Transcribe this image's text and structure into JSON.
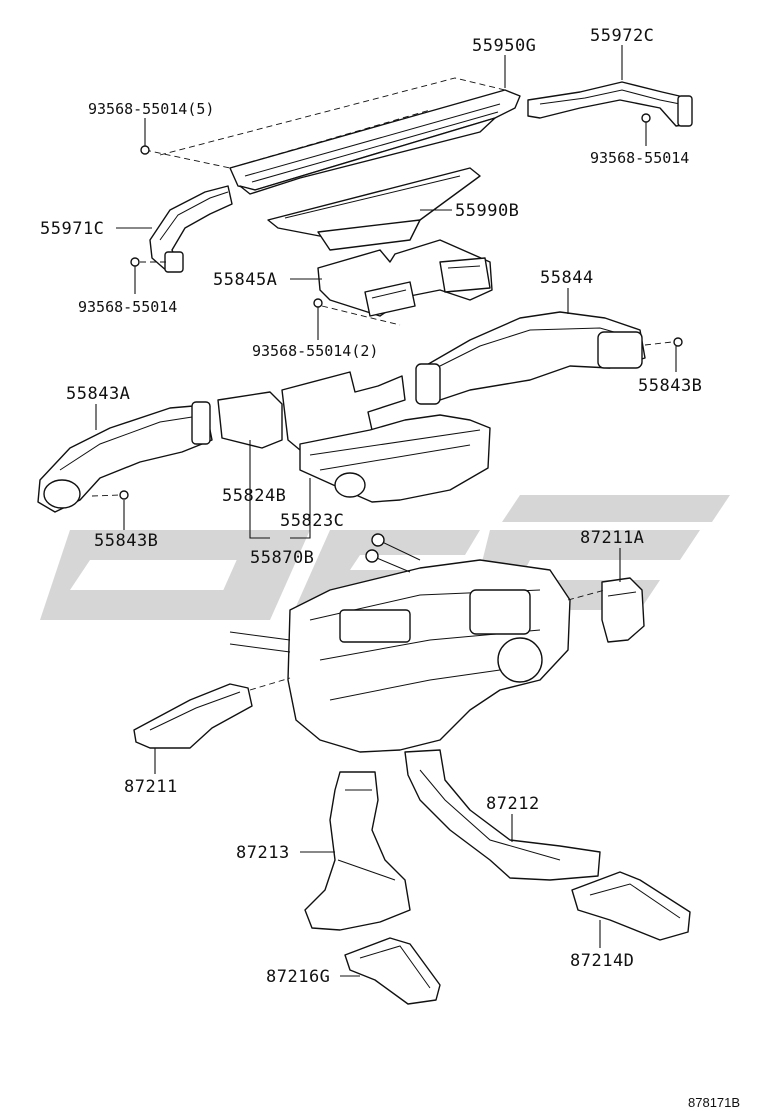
{
  "labels": {
    "p55950G": "55950G",
    "p55972C": "55972C",
    "p93568_55014_5": "93568-55014(5)",
    "p93568_55014_a": "93568-55014",
    "p55971C": "55971C",
    "p55990B": "55990B",
    "p93568_55014_b": "93568-55014",
    "p55845A": "55845A",
    "p55844": "55844",
    "p93568_55014_2": "93568-55014(2)",
    "p55843A": "55843A",
    "p55843B_r": "55843B",
    "p55824B": "55824B",
    "p55823C": "55823C",
    "p55843B_l": "55843B",
    "p55870B": "55870B",
    "p87211A": "87211A",
    "p87211": "87211",
    "p87212": "87212",
    "p87213": "87213",
    "p87214D": "87214D",
    "p87216G": "87216G"
  },
  "reference_code": "878171B",
  "colors": {
    "line": "#111111",
    "watermark": "#d6d6d6",
    "background": "#ffffff"
  }
}
